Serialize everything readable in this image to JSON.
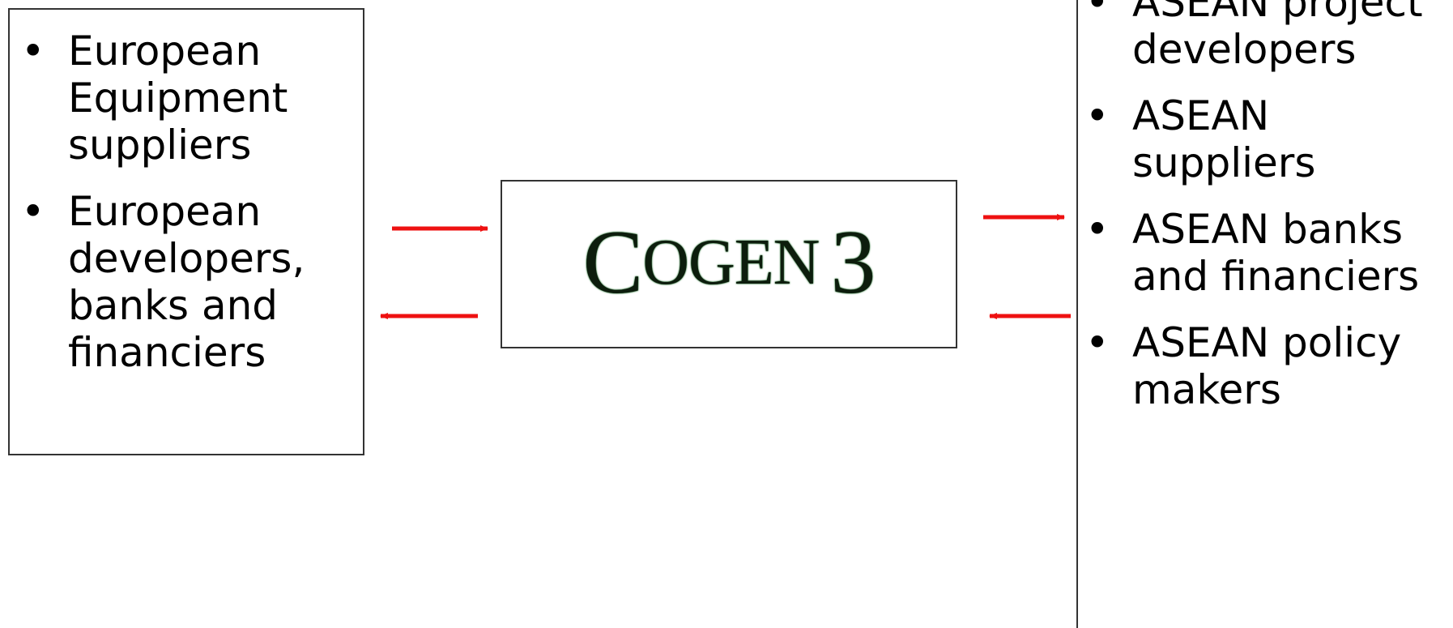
{
  "left_box": {
    "items": [
      {
        "bullet": "•",
        "text": "European Equipment suppliers"
      },
      {
        "bullet": "•",
        "text": "European developers, banks and financiers"
      }
    ]
  },
  "center_box": {
    "logo_text": "COGEN 3",
    "logo_parts": {
      "c": "C",
      "ogen": "OGEN",
      "num": "3"
    },
    "logo_color": "#0d1d0d",
    "logo_glow_color": "#1e6b2a"
  },
  "right_box": {
    "items": [
      {
        "bullet": "•",
        "text": "ASEAN project developers"
      },
      {
        "bullet": "•",
        "text": "ASEAN suppliers"
      },
      {
        "bullet": "•",
        "text": "ASEAN banks and financiers"
      },
      {
        "bullet": "•",
        "text": "ASEAN policy makers"
      }
    ]
  },
  "colors": {
    "arrow": "#ee1111",
    "border": "#333333",
    "text": "#000000"
  }
}
